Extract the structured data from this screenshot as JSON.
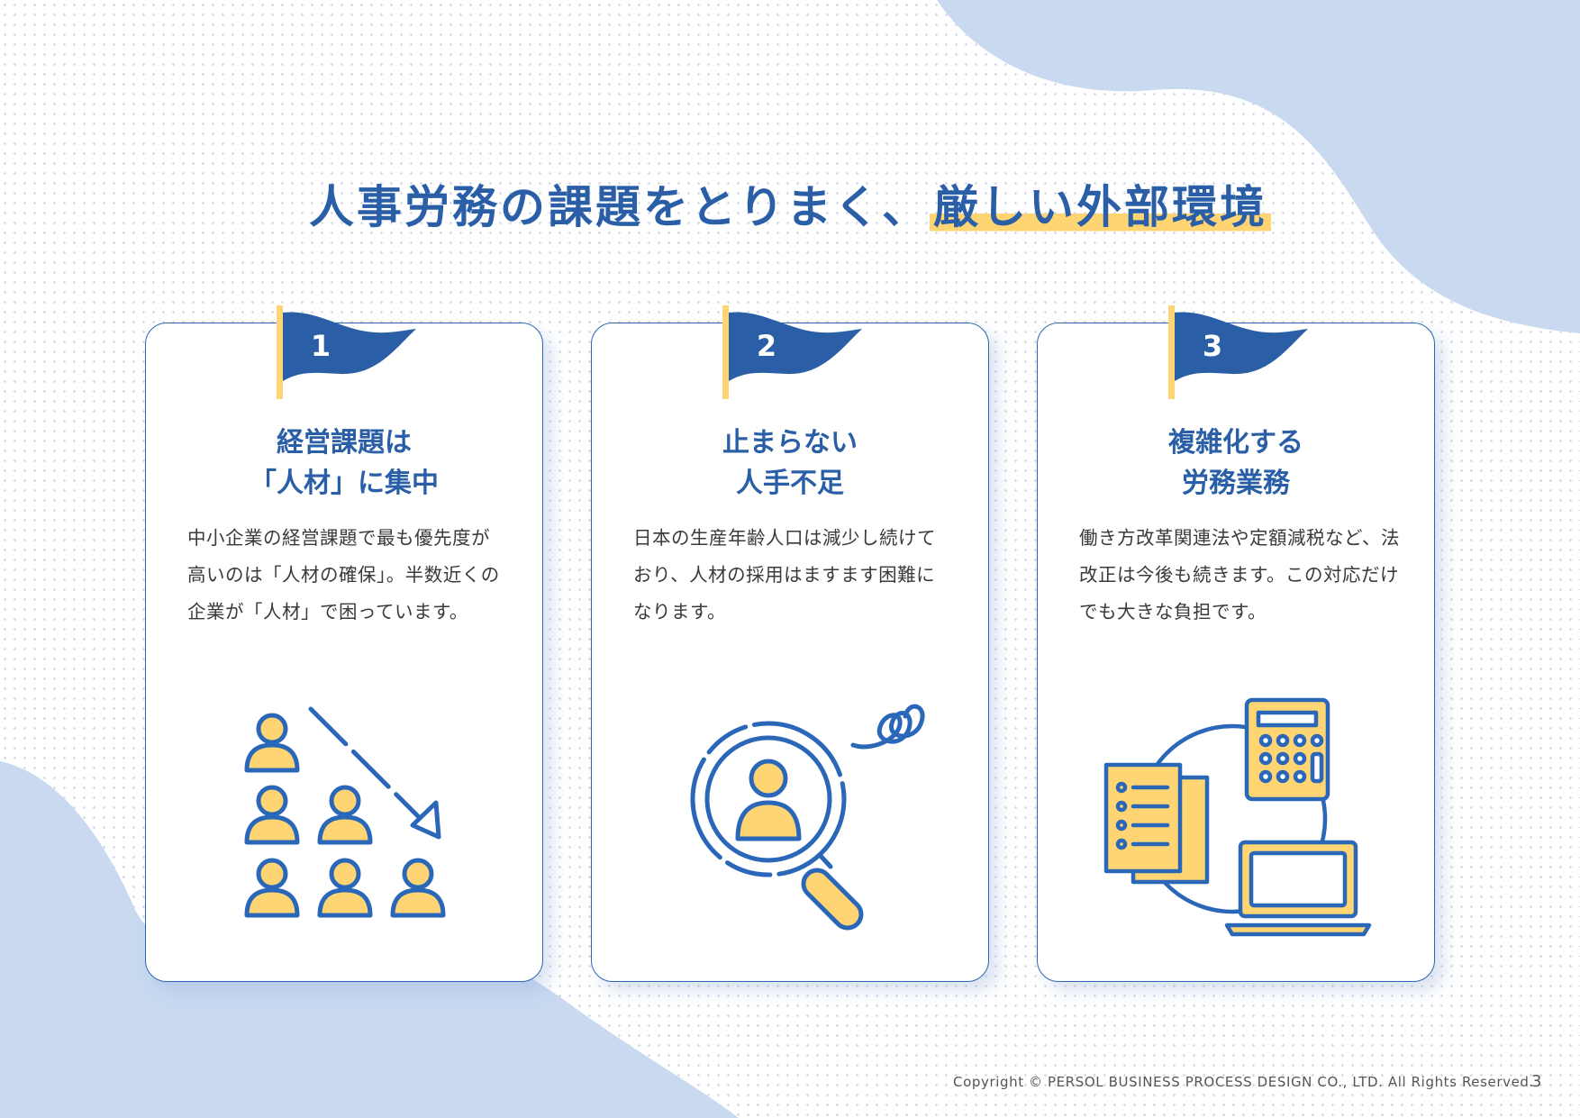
{
  "title": {
    "main": "人事労務の課題をとりまく、",
    "highlight": "厳しい外部環境"
  },
  "colors": {
    "primary_blue": "#2a5fa8",
    "accent_yellow": "#ffd574",
    "blob_blue": "#c8d9f0"
  },
  "cards": [
    {
      "number": "1",
      "heading_line1": "経営課題は",
      "heading_line2": "「人材」に集中",
      "text": "中小企業の経営課題で最も優先度が高いのは「人材の確保」。半数近くの企業が「人材」で困っています。",
      "icon": "declining-people-icon"
    },
    {
      "number": "2",
      "heading_line1": "止まらない",
      "heading_line2": "人手不足",
      "text": "日本の生産年齢人口は減少し続けており、人材の採用はますます困難になります。",
      "icon": "magnifier-person-icon"
    },
    {
      "number": "3",
      "heading_line1": "複雑化する",
      "heading_line2": "労務業務",
      "text": "働き方改革関連法や定額減税など、法改正は今後も続きます。この対応だけでも大きな負担です。",
      "icon": "office-tools-cycle-icon"
    }
  ],
  "footer": {
    "copyright": "Copyright © PERSOL BUSINESS PROCESS DESIGN CO., LTD. All Rights Reserved.",
    "page_number": "3"
  }
}
